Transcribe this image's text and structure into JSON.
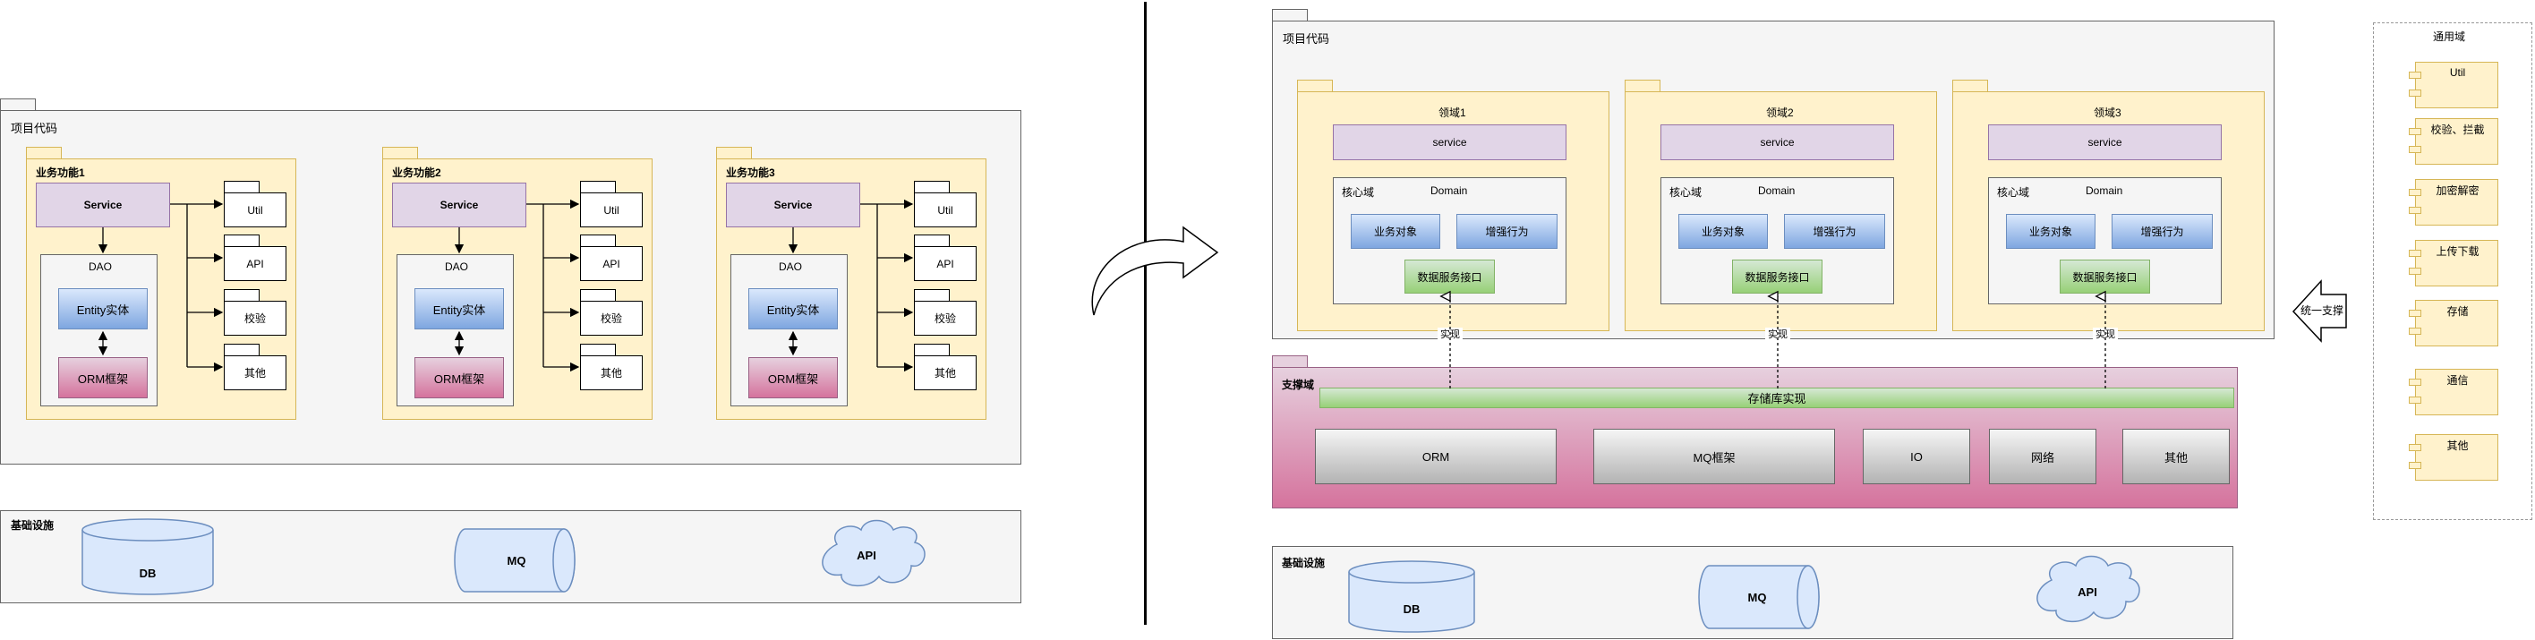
{
  "left": {
    "project_title": "项目代码",
    "modules": [
      {
        "title": "业务功能1",
        "service": "Service",
        "dao": "DAO",
        "entity": "Entity实体",
        "orm": "ORM框架",
        "items": [
          "Util",
          "API",
          "校验",
          "其他"
        ]
      },
      {
        "title": "业务功能2",
        "service": "Service",
        "dao": "DAO",
        "entity": "Entity实体",
        "orm": "ORM框架",
        "items": [
          "Util",
          "API",
          "校验",
          "其他"
        ]
      },
      {
        "title": "业务功能3",
        "service": "Service",
        "dao": "DAO",
        "entity": "Entity实体",
        "orm": "ORM框架",
        "items": [
          "Util",
          "API",
          "校验",
          "其他"
        ]
      }
    ],
    "infra": {
      "title": "基础设施",
      "db": "DB",
      "mq": "MQ",
      "api": "API"
    }
  },
  "right": {
    "project_title": "项目代码",
    "domains": [
      {
        "title": "领域1",
        "service": "service",
        "core": "核心域",
        "domain": "Domain",
        "obj": "业务对象",
        "behavior": "增强行为",
        "iface": "数据服务接口",
        "impl": "实现"
      },
      {
        "title": "领域2",
        "service": "service",
        "core": "核心域",
        "domain": "Domain",
        "obj": "业务对象",
        "behavior": "增强行为",
        "iface": "数据服务接口",
        "impl": "实现"
      },
      {
        "title": "领域3",
        "service": "service",
        "core": "核心域",
        "domain": "Domain",
        "obj": "业务对象",
        "behavior": "增强行为",
        "iface": "数据服务接口",
        "impl": "实现"
      }
    ],
    "support": {
      "title": "支撑域",
      "repo": "存储库实现",
      "items": [
        "ORM",
        "MQ框架",
        "IO",
        "网络",
        "其他"
      ]
    },
    "infra": {
      "title": "基础设施",
      "db": "DB",
      "mq": "MQ",
      "api": "API"
    },
    "common": {
      "title": "通用域",
      "items": [
        "Util",
        "校验、拦截",
        "加密解密",
        "上传下载",
        "存储",
        "通信",
        "其他"
      ],
      "arrow": "统一支撑"
    }
  }
}
